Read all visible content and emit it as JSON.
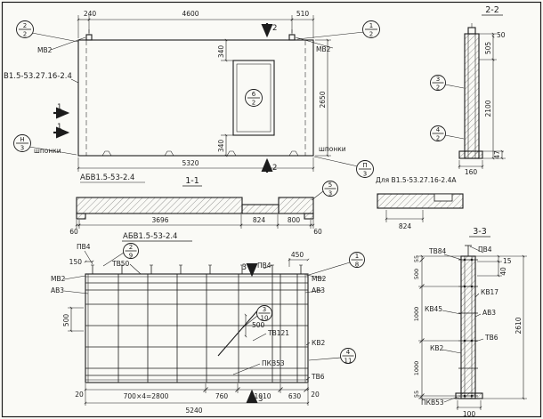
{
  "colors": {
    "ink": "#1c1c1c",
    "paper": "#fafaf6"
  },
  "plan": {
    "mark": "В1.5-53.27.16-2.4",
    "mv2_left": "МВ2",
    "mv2_right": "МВ2",
    "shponki_left": "шпонки",
    "shponki_right": "шпонки",
    "d240": "240",
    "d4600": "4600",
    "d510": "510",
    "d340_top": "340",
    "d340_bot": "340",
    "d2650": "2650",
    "d5320": "5320",
    "m1a": "1",
    "m1b": "1",
    "m2_top": "2",
    "m2_bot": "2",
    "c_left_num": "2",
    "c_left_den": "2",
    "c_right_num": "1",
    "c_right_den": "2",
    "c_open_num": "6",
    "c_open_den": "2",
    "c_keyL_num": "Н",
    "c_keyL_den": "3",
    "c_keyR_num": "П",
    "c_keyR_den": "3"
  },
  "sec22": {
    "title": "2-2",
    "d50": "50",
    "d505": "505",
    "d2100": "2100",
    "d47": "47",
    "d160": "160",
    "c1_num": "3",
    "c1_den": "2",
    "c2_num": "4",
    "c2_den": "2"
  },
  "sec11": {
    "mark": "АБВ1.5-53-2.4",
    "title": "1-1",
    "d60l": "60",
    "d3696": "3696",
    "d824": "824",
    "d800": "800",
    "d60r": "60",
    "c_num": "5",
    "c_den": "3",
    "variant": "Для В1.5-53.27.16-2.4А",
    "variant_d824": "824"
  },
  "rebar": {
    "title": "АБВ1.5-53-2.4",
    "pv4_left": "ПВ4",
    "pv4_mid": "ПВ4",
    "tv50": "ТВ50",
    "tv121": "ТВ121",
    "tv6": "ТВ6",
    "kv2": "КВ2",
    "pkv53": "ПКВ53",
    "mv2_left": "МВ2",
    "mv2_right": "МВ2",
    "av3_left": "АВ3",
    "av3_right": "АВ3",
    "d150": "150",
    "d450": "450",
    "d500_left": "500",
    "d500_inner": "500",
    "d20l": "20",
    "d2800": "700×4=2800",
    "d760": "760",
    "d1010": "1010",
    "d630": "630",
    "d20r": "20",
    "d5240": "5240",
    "m3_top": "3",
    "m3_bot": "3",
    "c_pv4_num": "2",
    "c_pv4_den": "9",
    "c_tr_num": "1",
    "c_tr_den": "8",
    "c_mid_num": "3",
    "c_mid_den": "10",
    "c_bot_num": "4",
    "c_bot_den": "11"
  },
  "sec33": {
    "title": "3-3",
    "tv84": "ТВ84",
    "pv4": "ПВ4",
    "kv17": "КВ17",
    "kv45": "КВ45",
    "av3": "АВ3",
    "tv6": "ТВ6",
    "kv2": "КВ2",
    "pkv53": "ПКВ53",
    "d55t": "55",
    "d500": "500",
    "d1000a": "1000",
    "d1000b": "1000",
    "d55b": "55",
    "d2610": "2610",
    "d15": "15",
    "d40": "40",
    "d100": "100"
  }
}
